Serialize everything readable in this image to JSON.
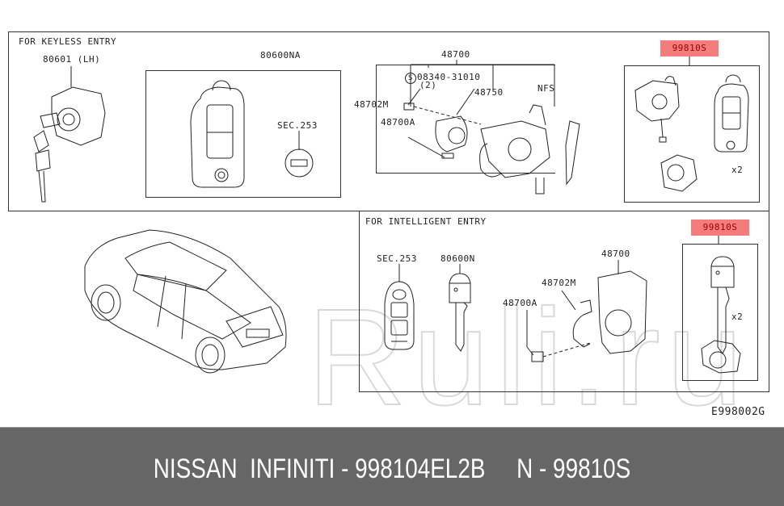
{
  "diagram": {
    "code": "E998002G",
    "watermark": "Ruli.ru",
    "keyless_section": {
      "title": "FOR KEYLESS ENTRY",
      "labels": {
        "door_lock": "80601 (LH)",
        "key_fob": "80600NA",
        "battery": "SEC.253",
        "steering_lock": "48700",
        "screw": "08340-31010",
        "screw_qty": "(2)",
        "screw_symbol": "S",
        "cylinder": "48750",
        "cover": "48702M",
        "bolt": "48700A",
        "nfs": "NFS"
      },
      "kit": {
        "part": "99810S",
        "qty": "x2"
      }
    },
    "intelligent_section": {
      "title": "FOR INTELLIGENT ENTRY",
      "labels": {
        "battery": "SEC.253",
        "key": "80600N",
        "steering_lock": "48700",
        "cover": "48702M",
        "bolt": "48700A"
      },
      "kit": {
        "part": "99810S",
        "qty": "x2"
      }
    },
    "highlight_color": "#f47c7c"
  },
  "footer": {
    "text": "NISSAN  INFINITI - 998104EL2B     N - 99810S",
    "background": "#666666"
  }
}
